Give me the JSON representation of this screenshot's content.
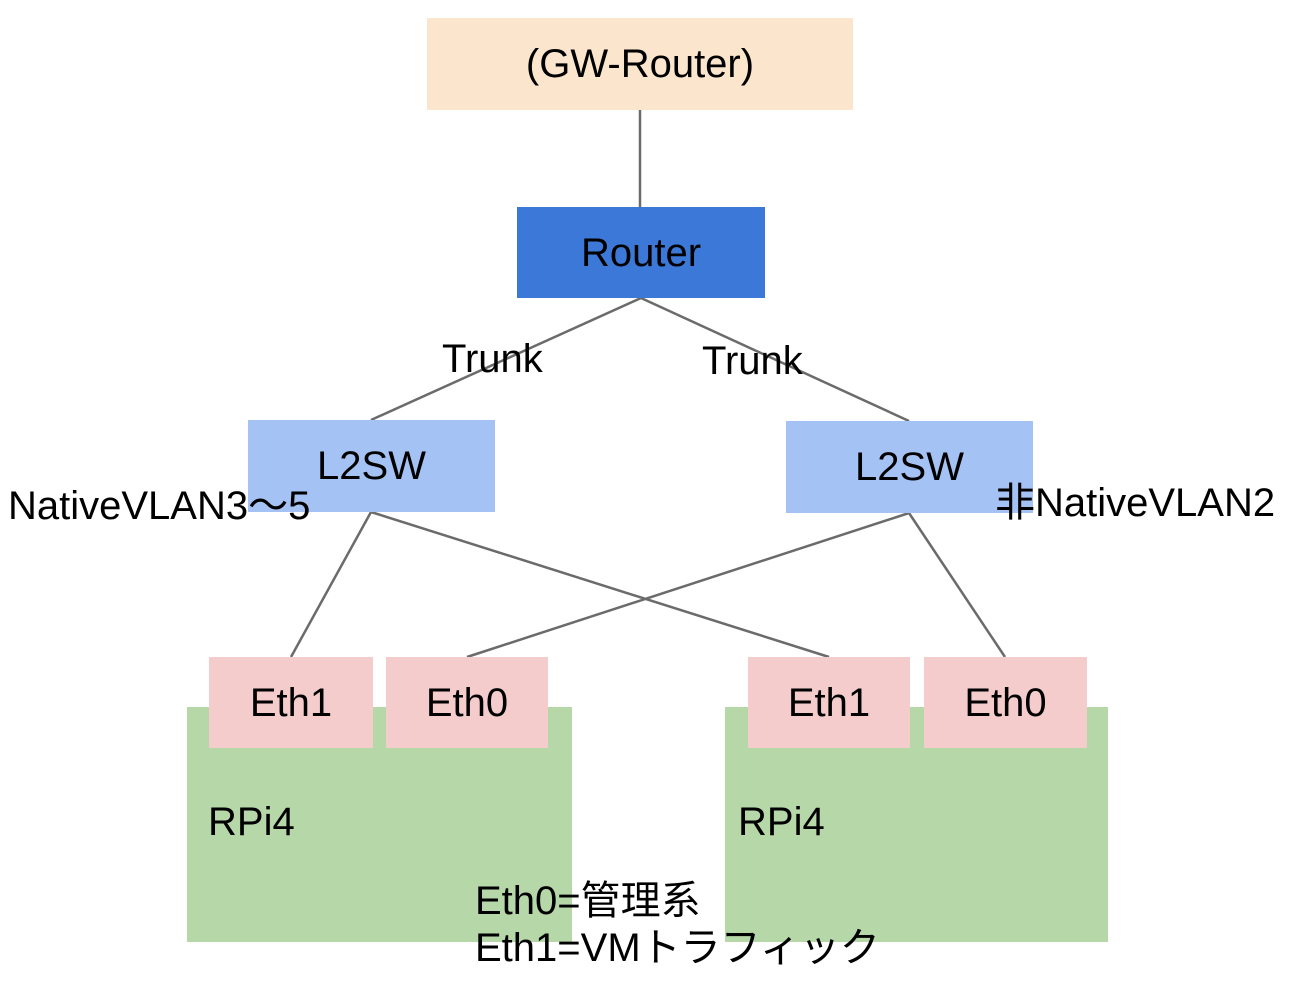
{
  "diagram": {
    "nodes": {
      "gw_router": {
        "label": "(GW-Router)",
        "fill": "#fce5cd"
      },
      "router": {
        "label": "Router",
        "fill": "#3c78d8"
      },
      "l2sw_left": {
        "label": "L2SW",
        "fill": "#a4c2f4"
      },
      "l2sw_right": {
        "label": "L2SW",
        "fill": "#a4c2f4"
      },
      "eth1_left": {
        "label": "Eth1",
        "fill": "#f4cccc"
      },
      "eth0_left": {
        "label": "Eth0",
        "fill": "#f4cccc"
      },
      "eth1_right": {
        "label": "Eth1",
        "fill": "#f4cccc"
      },
      "eth0_right": {
        "label": "Eth0",
        "fill": "#f4cccc"
      },
      "rpi4_left": {
        "label": "RPi4",
        "fill": "#b6d7a8"
      },
      "rpi4_right": {
        "label": "RPi4",
        "fill": "#b6d7a8"
      }
    },
    "edges": [
      {
        "from": "gw_router",
        "to": "router",
        "label": ""
      },
      {
        "from": "router",
        "to": "l2sw_left",
        "label": "Trunk"
      },
      {
        "from": "router",
        "to": "l2sw_right",
        "label": "Trunk"
      },
      {
        "from": "l2sw_left",
        "to": "eth1_left",
        "label": ""
      },
      {
        "from": "l2sw_left",
        "to": "eth1_right",
        "label": ""
      },
      {
        "from": "l2sw_right",
        "to": "eth0_left",
        "label": ""
      },
      {
        "from": "l2sw_right",
        "to": "eth0_right",
        "label": ""
      }
    ],
    "annotations": {
      "vlan_left": "NativeVLAN3〜5",
      "vlan_right": "非NativeVLAN2",
      "legend_line1": "Eth0=管理系",
      "legend_line2": "Eth1=VMトラフィック"
    },
    "colors": {
      "background": "#ffffff",
      "line": "#6b6b6b",
      "text": "#000000",
      "gw_fill": "#fce5cd",
      "router_fill": "#3c78d8",
      "l2sw_fill": "#a4c2f4",
      "eth_fill": "#f4cccc",
      "rpi4_fill": "#b6d7a8"
    }
  }
}
